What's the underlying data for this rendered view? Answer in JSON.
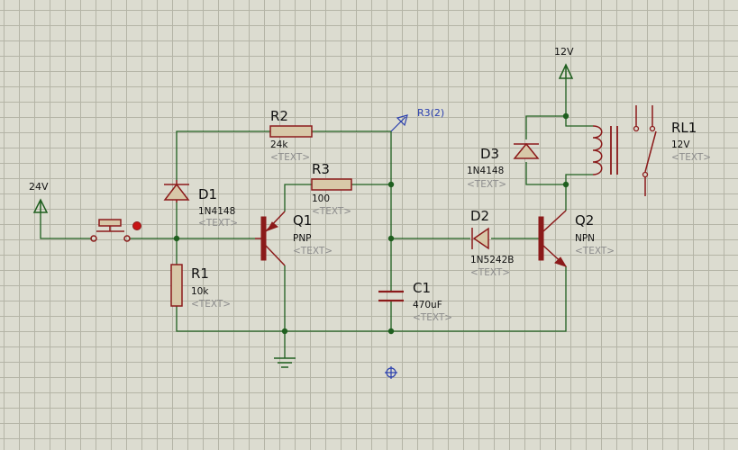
{
  "power": {
    "v24": "24V",
    "v12": "12V"
  },
  "components": {
    "R1": {
      "name": "R1",
      "value": "10k",
      "placeholder": "<TEXT>"
    },
    "R2": {
      "name": "R2",
      "value": "24k",
      "placeholder": "<TEXT>"
    },
    "R3": {
      "name": "R3",
      "value": "100",
      "placeholder": "<TEXT>"
    },
    "D1": {
      "name": "D1",
      "value": "1N4148",
      "placeholder": "<TEXT>"
    },
    "D2": {
      "name": "D2",
      "value": "1N5242B",
      "placeholder": "<TEXT>"
    },
    "D3": {
      "name": "D3",
      "value": "1N4148",
      "placeholder": "<TEXT>"
    },
    "Q1": {
      "name": "Q1",
      "value": "PNP",
      "placeholder": "<TEXT>"
    },
    "Q2": {
      "name": "Q2",
      "value": "NPN",
      "placeholder": "<TEXT>"
    },
    "C1": {
      "name": "C1",
      "value": "470uF",
      "placeholder": "<TEXT>"
    },
    "RL1": {
      "name": "RL1",
      "value": "12V",
      "placeholder": "<TEXT>"
    }
  },
  "probe": {
    "label": "R3(2)",
    "color": "#2a3fae"
  },
  "colors": {
    "wire": "#1f5f1f",
    "component": "#8b1a1a",
    "grid": "#b4b4a6",
    "background": "#dcdcd0"
  }
}
